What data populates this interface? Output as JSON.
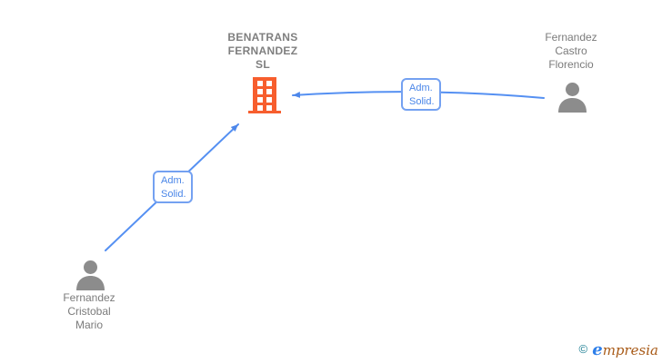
{
  "nodes": {
    "company": {
      "name": "BENATRANS FERNANDEZ SL",
      "lines": [
        "BENATRANS",
        "FERNANDEZ",
        "SL"
      ],
      "icon": "building-icon"
    },
    "person_right": {
      "name": "Fernandez Castro Florencio",
      "lines": [
        "Fernandez",
        "Castro",
        "Florencio"
      ],
      "icon": "person-icon"
    },
    "person_left": {
      "name": "Fernandez Cristobal Mario",
      "lines": [
        "Fernandez",
        "Cristobal",
        "Mario"
      ],
      "icon": "person-icon"
    }
  },
  "edges": {
    "right_to_company": {
      "label_line1": "Adm.",
      "label_line2": "Solid."
    },
    "left_to_company": {
      "label_line1": "Adm.",
      "label_line2": "Solid."
    }
  },
  "footer": {
    "copyright": "©",
    "brand_initial": "e",
    "brand_rest": "mpresia"
  },
  "colors": {
    "edge_blue": "#5590f2",
    "label_border_blue": "#74a1f1",
    "label_text_blue": "#4a86e8",
    "building_orange": "#f75e2e",
    "person_grey": "#8c8c8c",
    "company_text_grey": "#7f7f7f",
    "person_text_grey": "#7b7b7b",
    "logo_teal": "#1b7e93",
    "logo_blue": "#2e7fe9",
    "logo_rust": "#a85a17"
  }
}
